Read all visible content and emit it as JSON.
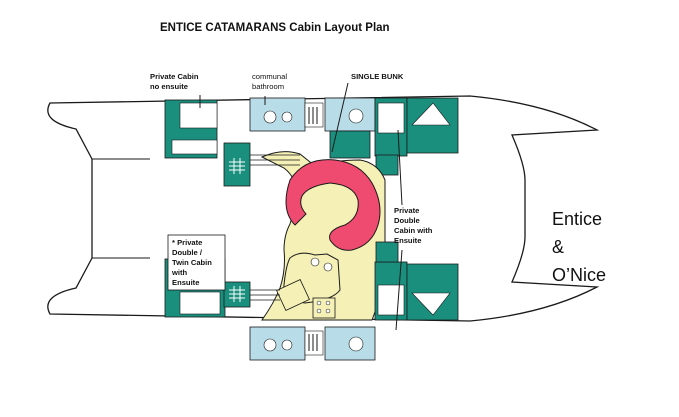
{
  "title": "ENTICE CATAMARANS  Cabin Layout Plan",
  "labels": {
    "private_cabin_line1": "Private Cabin",
    "private_cabin_line2": "no ensuite",
    "communal_line1": "communal",
    "communal_line2": "bathroom",
    "single_bunk": "SINGLE  BUNK",
    "private_double_line1": "Private",
    "private_double_line2": "Double",
    "private_double_line3": "Cabin with",
    "private_double_line4": "Ensuite",
    "twin_line1": "* Private",
    "twin_line2": "Double /",
    "twin_line3": "Twin Cabin",
    "twin_line4": "with",
    "twin_line5": "Ensuite"
  },
  "boat_names": {
    "line1": "Entice",
    "line2": "&",
    "line3": "O’Nice"
  },
  "colors": {
    "hull_teal": "#1a8f7e",
    "bathroom_blue": "#b9dde8",
    "saloon_cream": "#f4f0b6",
    "sofa_pink": "#ef4a6f",
    "outline": "#1a1a1a"
  }
}
